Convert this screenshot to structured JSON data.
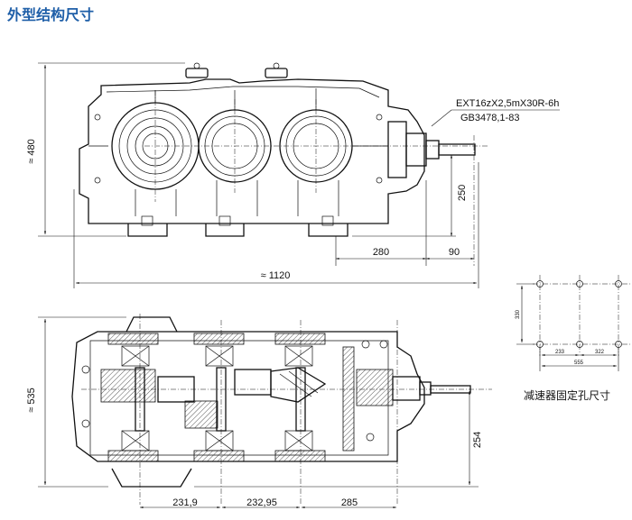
{
  "title": "外型结构尺寸",
  "front_view": {
    "height_label": "≈ 480",
    "shaft_spec_line1": "EXT16zX2,5mX30R-6h",
    "shaft_spec_line2": "GB3478,1-83",
    "shaft_height": "250",
    "dim_280": "280",
    "dim_90": "90",
    "overall_length": "≈ 1120"
  },
  "plan_view": {
    "width_label": "≈ 535",
    "shaft_height": "254",
    "dim_1": "231,9",
    "dim_2": "232,95",
    "dim_3": "285"
  },
  "mount_holes": {
    "caption": "减速器固定孔尺寸",
    "height": "330",
    "dim_a": "233",
    "dim_b": "322",
    "dim_total": "555"
  }
}
